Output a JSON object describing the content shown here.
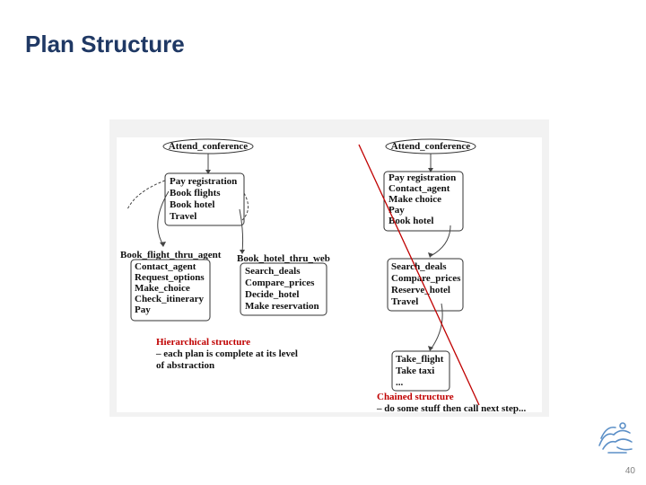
{
  "title": "Plan Structure",
  "page_number": "40",
  "logo_icon": "university-logo-icon",
  "colors": {
    "title": "#1f3864",
    "accent_red": "#c00000"
  },
  "left": {
    "root": "Attend_conference",
    "plan": [
      "Pay registration",
      "Book flights",
      "Book hotel",
      "Travel"
    ],
    "sub1_title": "Book_flight_thru_agent",
    "sub1_items": [
      "Contact_agent",
      "Request_options",
      "Make_choice",
      "Check_itinerary",
      "Pay"
    ],
    "sub2_title": "Book_hotel_thru_web",
    "sub2_items": [
      "Search_deals",
      "Compare_prices",
      "Decide_hotel",
      "Make reservation"
    ],
    "caption_title": "Hierarchical structure",
    "caption_line1": "– each plan is complete at its level",
    "caption_line2": "of abstraction"
  },
  "right": {
    "root": "Attend_conference",
    "plan": [
      "Pay registration",
      "Contact_agent",
      "Make choice",
      "Pay",
      "Book hotel"
    ],
    "step2": [
      "Search_deals",
      "Compare_prices",
      "Reserve_hotel",
      "Travel"
    ],
    "step3": [
      "Take_flight",
      "Take taxi",
      "..."
    ],
    "caption_title": "Chained structure",
    "caption_line1": "– do some stuff then call next step..."
  }
}
